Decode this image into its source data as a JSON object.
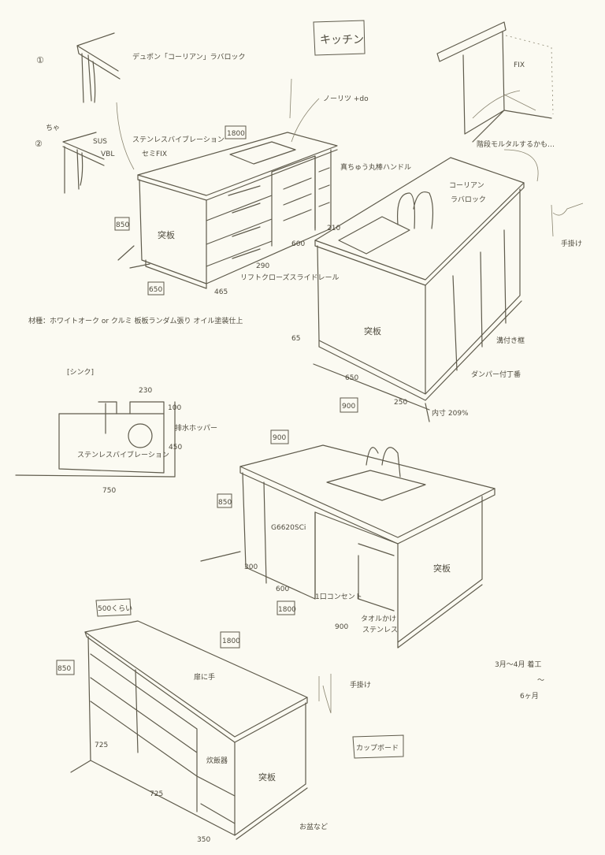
{
  "title": "キッチン",
  "top_left": {
    "option1_num": "①",
    "option1_label": "デュポン「コーリアン」ラバロック",
    "option2_num": "②",
    "option2_note": "ちゃ",
    "option2_sus": "SUS",
    "option2_vbl": "VBL",
    "option2_label": "ステンレスバイブレーション",
    "option2_sub": "セミFIX"
  },
  "island_1": {
    "width": "1800",
    "cooktop": "ノーリツ +do",
    "handle": "真ちゅう丸棒ハンドル",
    "height": "850",
    "side": "突板",
    "depth": "650",
    "dim_465": "465",
    "dim_290": "290",
    "dim_600": "600",
    "dim_210": "210",
    "rail": "リフトクローズスライドレール"
  },
  "material_note": "材種：ホワイトオーク or クルミ 板板ランダム張り オイル塗装仕上",
  "top_right": {
    "fix": "FIX",
    "stair_note": "階段モルタルするかも…",
    "counter_1": "コーリアン",
    "counter_2": "ラバロック",
    "handle": "手掛け",
    "dim_65": "65",
    "side": "突板",
    "groove": "溝付き框",
    "hinge": "ダンパー付丁番",
    "dim_650": "650",
    "dim_900": "900",
    "dim_250": "250",
    "inner": "内寸 209%"
  },
  "sink_detail": {
    "title": "[シンク]",
    "dim_230": "230",
    "dim_100": "100",
    "drain": "排水ホッパー",
    "dim_450": "450",
    "finish": "ステンレスバイブレーション",
    "dim_750": "750"
  },
  "island_2": {
    "depth": "900",
    "height": "850",
    "dishwasher": "G6620SCi",
    "dim_300": "300",
    "dim_600": "600",
    "outlet": "1口コンセント",
    "width": "1800",
    "dim_900": "900",
    "towel_1": "タオルかけ",
    "towel_2": "ステンレス",
    "side": "突板"
  },
  "cupboard": {
    "depth": "500くらい",
    "width": "1800",
    "height": "850",
    "top_note": "扉に手",
    "handle": "手掛け",
    "rice": "炊飯器",
    "side": "突板",
    "dim_725a": "725",
    "dim_725b": "725",
    "dim_350": "350",
    "tray": "お盆など",
    "label": "カップボード"
  },
  "schedule": {
    "start": "3月〜4月 着工",
    "tilde": "〜",
    "duration": "6ヶ月"
  }
}
